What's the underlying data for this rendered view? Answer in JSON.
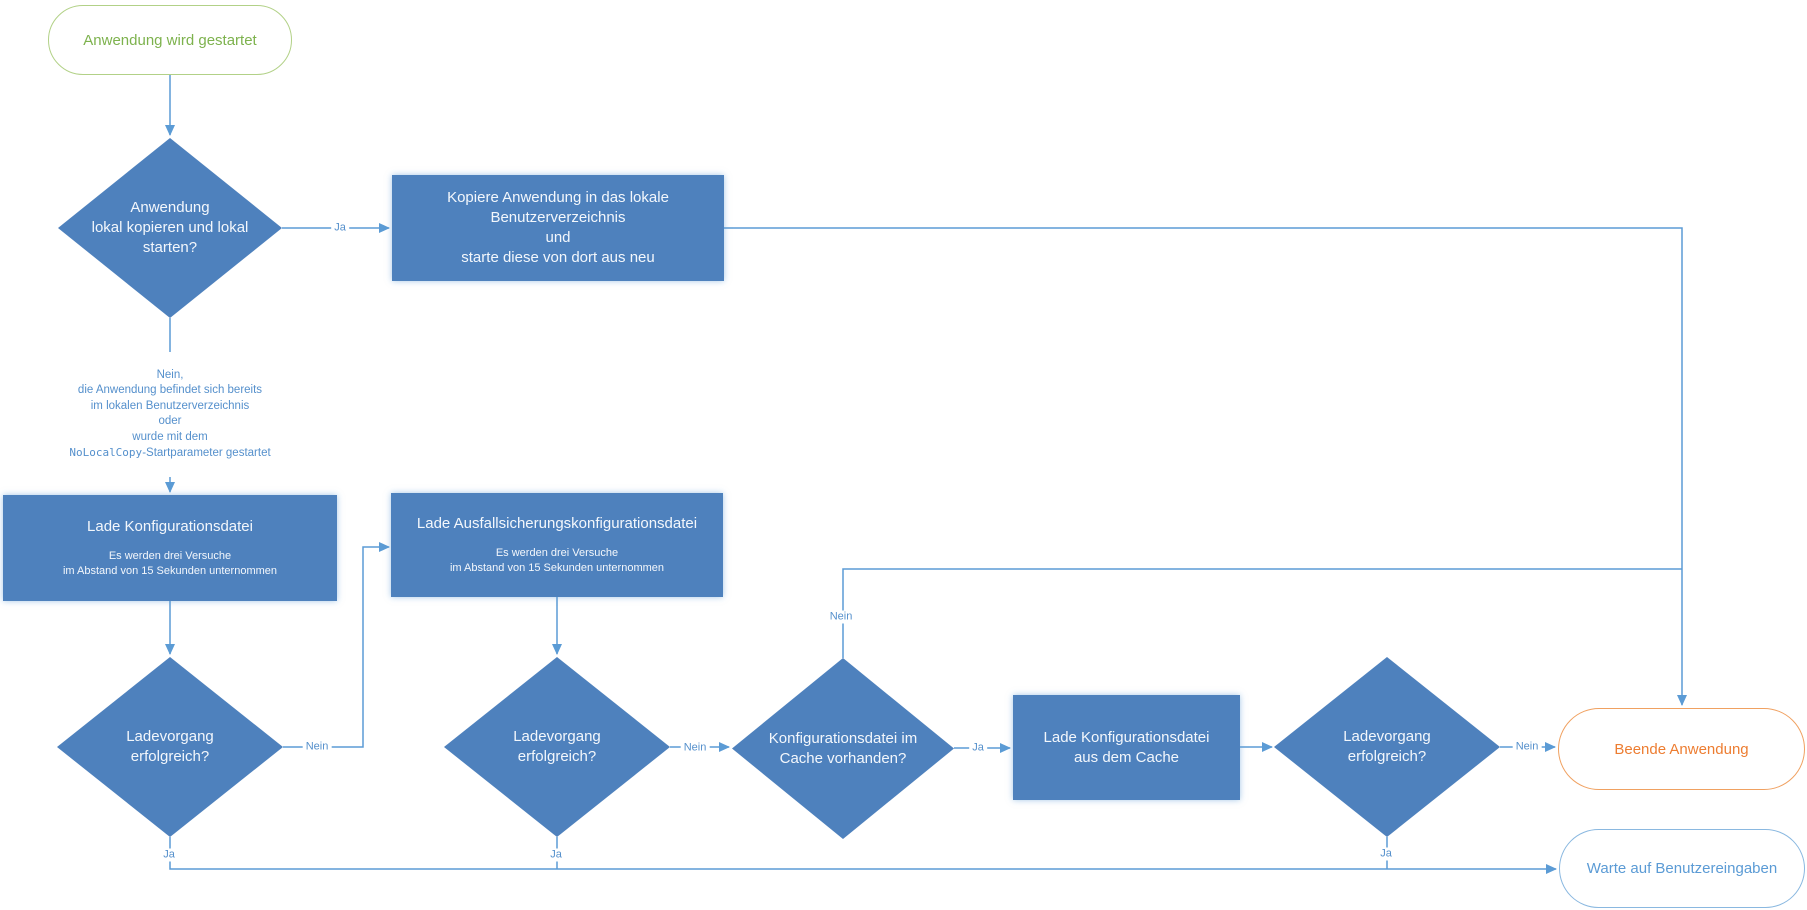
{
  "diagram": {
    "type": "flowchart",
    "language": "de",
    "nodes": {
      "start": {
        "label": "Anwendung wird gestartet"
      },
      "decision_local_copy": {
        "label": "Anwendung\nlokal kopieren und lokal\nstarten?"
      },
      "process_copy_local": {
        "label": "Kopiere Anwendung in das lokale\nBenutzerverzeichnis\nund\nstarte diese von dort aus neu"
      },
      "process_load_config": {
        "title": "Lade Konfigurationsdatei",
        "subtitle": "Es werden drei Versuche\nim Abstand von 15 Sekunden unternommen"
      },
      "process_load_failover_config": {
        "title": "Lade Ausfallsicherungskonfigurationsdatei",
        "subtitle": "Es werden drei Versuche\nim Abstand von 15 Sekunden unternommen"
      },
      "decision_load_success_1": {
        "label": "Ladevorgang\nerfolgreich?"
      },
      "decision_load_success_2": {
        "label": "Ladevorgang\nerfolgreich?"
      },
      "decision_cache_available": {
        "label": "Konfigurationsdatei im\nCache vorhanden?"
      },
      "process_load_from_cache": {
        "label": "Lade Konfigurationsdatei\naus dem Cache"
      },
      "decision_load_success_3": {
        "label": "Ladevorgang\nerfolgreich?"
      },
      "terminator_exit": {
        "label": "Beende Anwendung"
      },
      "terminator_wait": {
        "label": "Warte auf Benutzereingaben"
      }
    },
    "edge_labels": {
      "ja_copy": "Ja",
      "nein_load_1": "Nein",
      "ja_load_1": "Ja",
      "nein_load_2": "Nein",
      "ja_load_2": "Ja",
      "nein_cache": "Nein",
      "ja_cache": "Ja",
      "nein_load_3": "Nein",
      "ja_load_3": "Ja",
      "note_no_copy": {
        "lines": "Nein,\ndie Anwendung befindet sich bereits\nim lokalen Benutzerverzeichnis\noder\nwurde mit dem",
        "mono": "NoLocalCopy",
        "rest": "-Startparameter gestartet"
      }
    },
    "colors": {
      "node_fill": "#4E81BD",
      "node_text": "#F3F7FC",
      "connector": "#5B9BD5",
      "edge_label_text": "#5590CC",
      "start_border": "#B2D187",
      "start_text": "#7DB24D",
      "exit_border": "#F0A161",
      "exit_text": "#ED7D31",
      "wait_border": "#8AB8E0",
      "wait_text": "#5B9BD5"
    }
  }
}
